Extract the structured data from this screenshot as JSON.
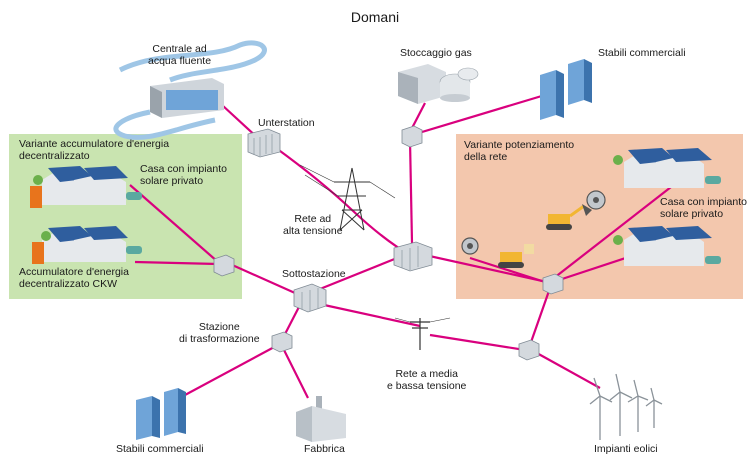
{
  "title": "Domani",
  "colors": {
    "line": "#d9007e",
    "green_panel": "#c9e4b0",
    "salmon_panel": "#f3c7ad",
    "building": "#dfe3e8",
    "glass": "#6fa4d8",
    "roof": "#7f8a94"
  },
  "labels": {
    "centrale": "Centrale ad\nacqua fluente",
    "stoccaggio": "Stoccaggio gas",
    "stabili_top": "Stabili commerciali",
    "unterstation": "Unterstation",
    "variante_acc": "Variante accumulatore d'energia\ndecentralizzato",
    "casa_left": "Casa con impianto\nsolare privato",
    "accumulatore": "Accumulatore d'energia\ndecentralizzato CKW",
    "rete_alta": "Rete ad\nalta tensione",
    "variante_pot": "Variante potenziamento\ndella rete",
    "casa_right": "Casa con impianto\nsolare privato",
    "sottostazione": "Sottostazione",
    "stazione": "Stazione\ndi trasformazione",
    "rete_media": "Rete a media\ne bassa tensione",
    "stabili_bottom": "Stabili commerciali",
    "fabbrica": "Fabbrica",
    "impianti": "Impianti eolici"
  },
  "icons": {
    "hydro": "hydro-plant-icon",
    "gas": "gas-storage-icon",
    "office": "office-building-icon",
    "house": "solar-house-icon",
    "battery": "battery-icon",
    "substation": "substation-box-icon",
    "pylon": "power-pylon-icon",
    "pole": "utility-pole-icon",
    "factory": "factory-icon",
    "wind": "wind-turbine-icon",
    "excavator": "excavator-icon",
    "cable": "cable-reel-icon",
    "car": "electric-car-icon"
  }
}
